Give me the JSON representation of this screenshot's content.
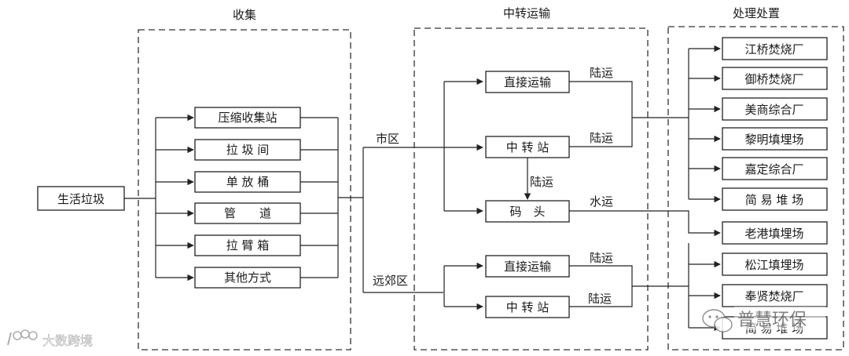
{
  "sections": {
    "collect": "收集",
    "transfer": "中转运输",
    "disposal": "处理处置"
  },
  "source": "生活垃圾",
  "collection_methods": [
    "压缩收集站",
    "拉 圾 间",
    "单 放 桶",
    "管　　道",
    "拉 臂 箱",
    "其他方式"
  ],
  "areas": {
    "urban": "市区",
    "suburban": "远郊区"
  },
  "transfer_nodes": {
    "urban_direct": "直接运输",
    "urban_station": "中 转 站",
    "wharf": "码　头",
    "suburb_direct": "直接运输",
    "suburb_station": "中 转 站"
  },
  "transport_modes": {
    "land": "陆运",
    "water": "水运"
  },
  "facilities": [
    "江桥焚烧厂",
    "御桥焚烧厂",
    "美商综合厂",
    "黎明填埋场",
    "嘉定综合厂",
    "简 易 堆 场",
    "老港填埋场",
    "松江填埋场",
    "奉贤焚烧厂",
    "简 易 堆 场"
  ],
  "watermarks": {
    "right": "普慧环保",
    "left": "大数跨境"
  }
}
